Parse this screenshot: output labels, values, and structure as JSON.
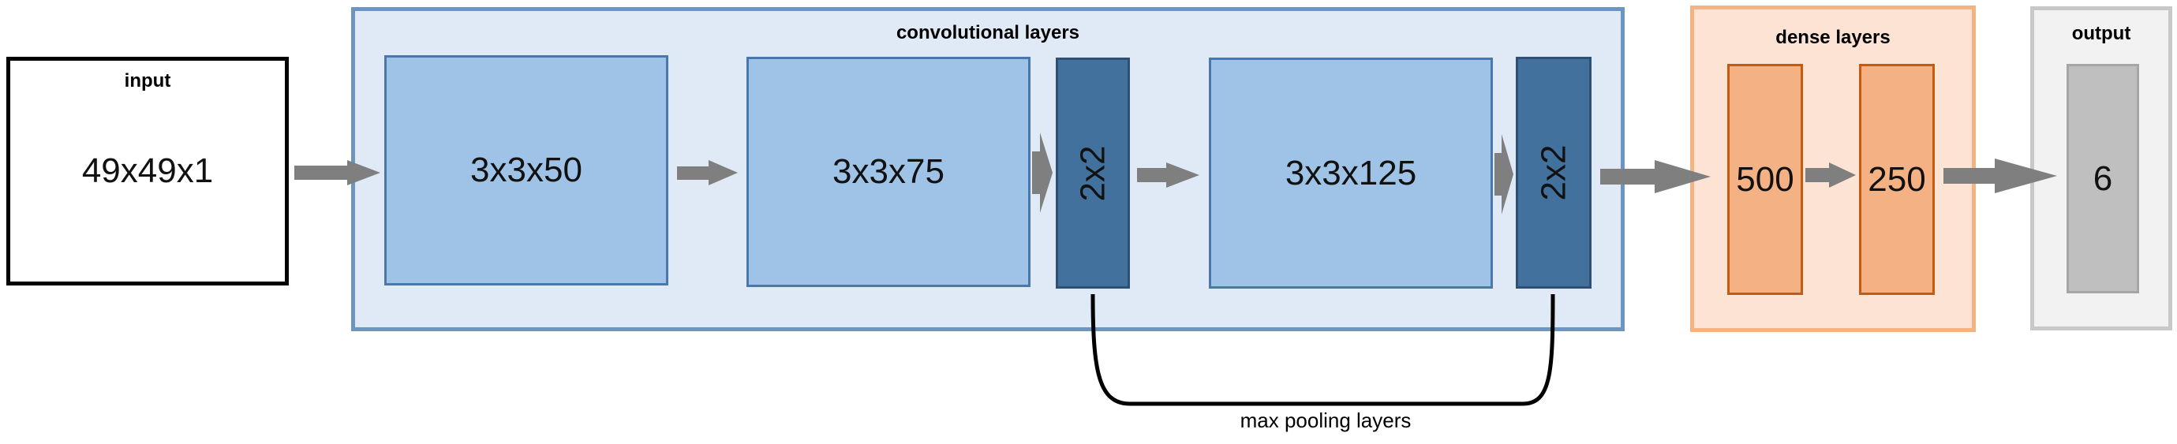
{
  "input": {
    "title": "input",
    "value": "49x49x1"
  },
  "conv_group": {
    "title": "convolutional layers"
  },
  "conv_layers": [
    "3x3x50",
    "3x3x75",
    "2x2",
    "3x3x125",
    "2x2"
  ],
  "max_pooling_label": "max pooling layers",
  "dense_group": {
    "title": "dense layers",
    "layers": [
      "500",
      "250"
    ]
  },
  "output": {
    "title": "output",
    "value": "6"
  },
  "colors": {
    "conv_group_fill": "#dfeaf6",
    "conv_group_border": "#6d95c3",
    "conv_layer_fill": "#9ec3e6",
    "conv_layer_border": "#4a77ad",
    "pool_fill": "#41719c",
    "pool_border": "#2f4f74",
    "dense_group_fill": "#fce3d4",
    "dense_group_border": "#f3b383",
    "dense_layer_fill": "#f4b183",
    "dense_layer_border": "#c55a11",
    "output_group_fill": "#f2f2f2",
    "output_group_border": "#c8c8c8",
    "output_layer_fill": "#bfbfbf",
    "arrow": "#7f7f7f"
  }
}
